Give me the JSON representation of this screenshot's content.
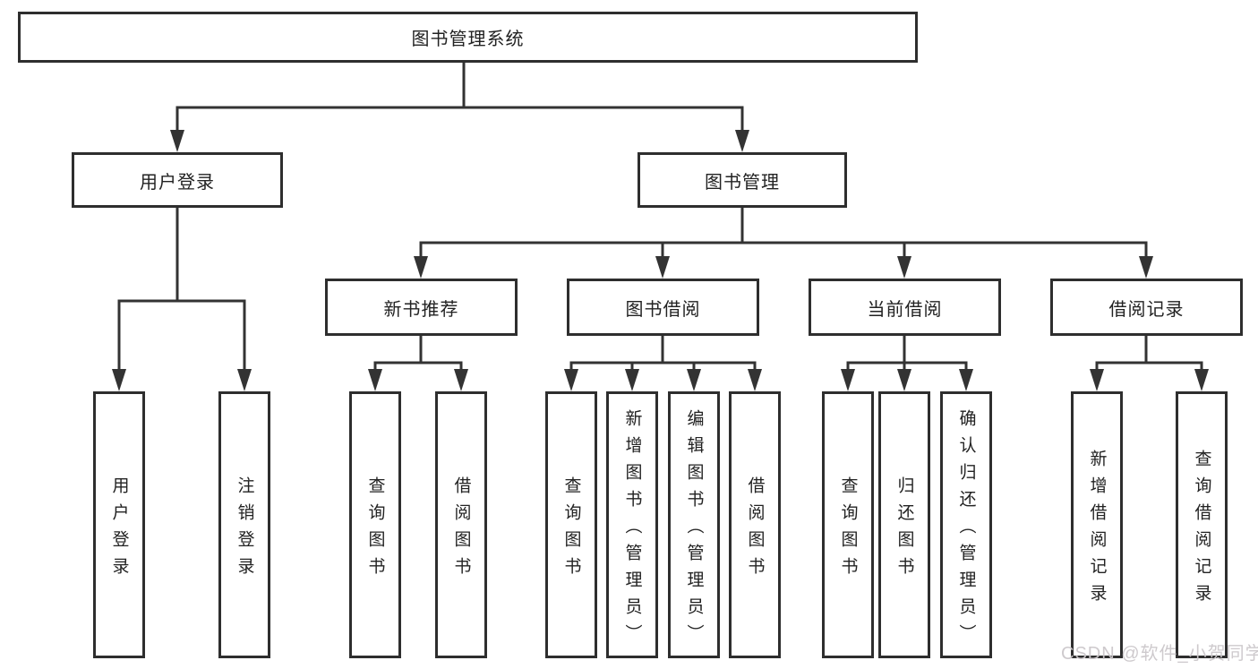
{
  "tree": {
    "root": {
      "label": "图书管理系统"
    },
    "children": [
      {
        "label": "用户登录",
        "children": [
          {
            "label": "用户登录"
          },
          {
            "label": "注销登录"
          }
        ]
      },
      {
        "label": "图书管理",
        "children": [
          {
            "label": "新书推荐",
            "children": [
              {
                "label": "查询图书"
              },
              {
                "label": "借阅图书"
              }
            ]
          },
          {
            "label": "图书借阅",
            "children": [
              {
                "label": "查询图书"
              },
              {
                "label": "新增图书（管理员）"
              },
              {
                "label": "编辑图书（管理员）"
              },
              {
                "label": "借阅图书"
              }
            ]
          },
          {
            "label": "当前借阅",
            "children": [
              {
                "label": "查询图书"
              },
              {
                "label": "归还图书"
              },
              {
                "label": "确认归还（管理员）"
              }
            ]
          },
          {
            "label": "借阅记录",
            "children": [
              {
                "label": "新增借阅记录"
              },
              {
                "label": "查询借阅记录"
              }
            ]
          }
        ]
      }
    ]
  },
  "watermark": {
    "text": "CSDN @软件_小贺同学"
  },
  "colors": {
    "line": "#333333",
    "box_border": "#2e2e2e",
    "text": "#222222",
    "watermark": "#cbc7ca",
    "background": "#ffffff"
  }
}
